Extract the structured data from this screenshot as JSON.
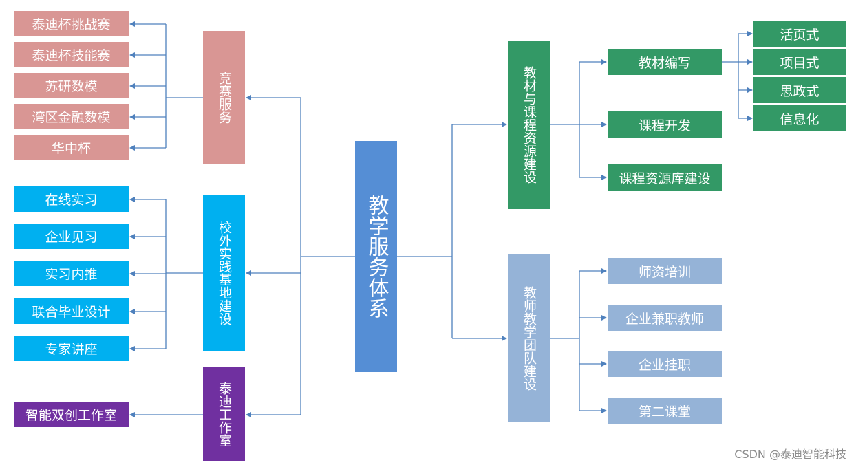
{
  "colors": {
    "competition": "#d99694",
    "practice": "#00b0f0",
    "studio": "#7030a0",
    "center": "#558ed5",
    "textbook": "#339966",
    "teacher": "#95b3d7",
    "line": "#4f81bd"
  },
  "center": {
    "label": "教学服务体系"
  },
  "left": {
    "competition": {
      "label": "竞赛服务",
      "items": [
        "泰迪杯挑战赛",
        "泰迪杯技能赛",
        "苏研数模",
        "湾区金融数模",
        "华中杯"
      ]
    },
    "practice": {
      "label": "校外实践基地建设",
      "items": [
        "在线实习",
        "企业见习",
        "实习内推",
        "联合毕业设计",
        "专家讲座"
      ]
    },
    "studio": {
      "label": "泰迪工作室",
      "items": [
        "智能双创工作室"
      ]
    }
  },
  "right": {
    "textbook": {
      "label": "教材与课程资源建设",
      "items": [
        "教材编写",
        "课程开发",
        "课程资源库建设"
      ],
      "sub_items": [
        "活页式",
        "项目式",
        "思政式",
        "信息化"
      ]
    },
    "teacher": {
      "label": "教师教学团队建设",
      "items": [
        "师资培训",
        "企业兼职教师",
        "企业挂职",
        "第二课堂"
      ]
    }
  },
  "watermark": "CSDN @泰迪智能科技"
}
